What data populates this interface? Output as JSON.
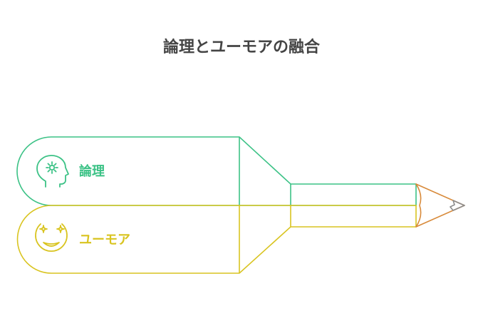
{
  "title": "論理とユーモアの融合",
  "segments": [
    {
      "label": "論理",
      "icon": "head-gear-icon",
      "color": "#3CC286"
    },
    {
      "label": "ユーモア",
      "icon": "smile-sparkle-icon",
      "color": "#D9C420"
    }
  ],
  "pencil_tip": {
    "color": "#D88A3A",
    "lead_color": "#8C8C8C"
  },
  "colors": {
    "title_text": "#444444",
    "background": "#FFFFFF"
  }
}
